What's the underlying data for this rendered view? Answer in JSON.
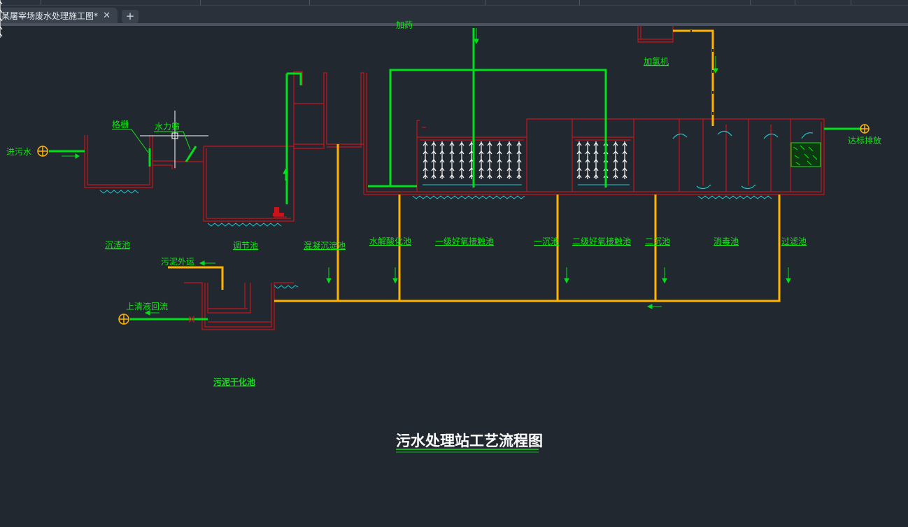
{
  "app": {
    "document_tab": "某屠宰场废水处理施工图*",
    "close_glyph": "✕",
    "new_tab_glyph": "+"
  },
  "colors": {
    "background": "#212830",
    "structure": "#c8141a",
    "water_pipe": "#00e01a",
    "sludge_pipe": "#ffb400",
    "label": "#14e614",
    "cyan": "#1ec8d2",
    "white": "#ffffff"
  },
  "drawing": {
    "title": "污水处理站工艺流程图",
    "labels": {
      "inlet": "进污水",
      "screen": "格栅",
      "hydro_screen": "水力筛",
      "chlorinator": "加氯机",
      "outlet": "达标排放",
      "top_partial": "加药"
    },
    "tanks": {
      "grit": "沉渣池",
      "equalization": "调节池",
      "coag_sed": "混凝沉淀池",
      "hydrolysis": "水解酸化池",
      "aerobic1": "一级好氧接触池",
      "clarifier1": "一沉池",
      "aerobic2": "二级好氧接触池",
      "clarifier2": "二沉池",
      "disinfection": "消毒池",
      "filter": "过滤池"
    },
    "sludge": {
      "haul_out": "污泥外运",
      "return": "上清液回流",
      "drying_bed": "污泥干化池"
    }
  }
}
